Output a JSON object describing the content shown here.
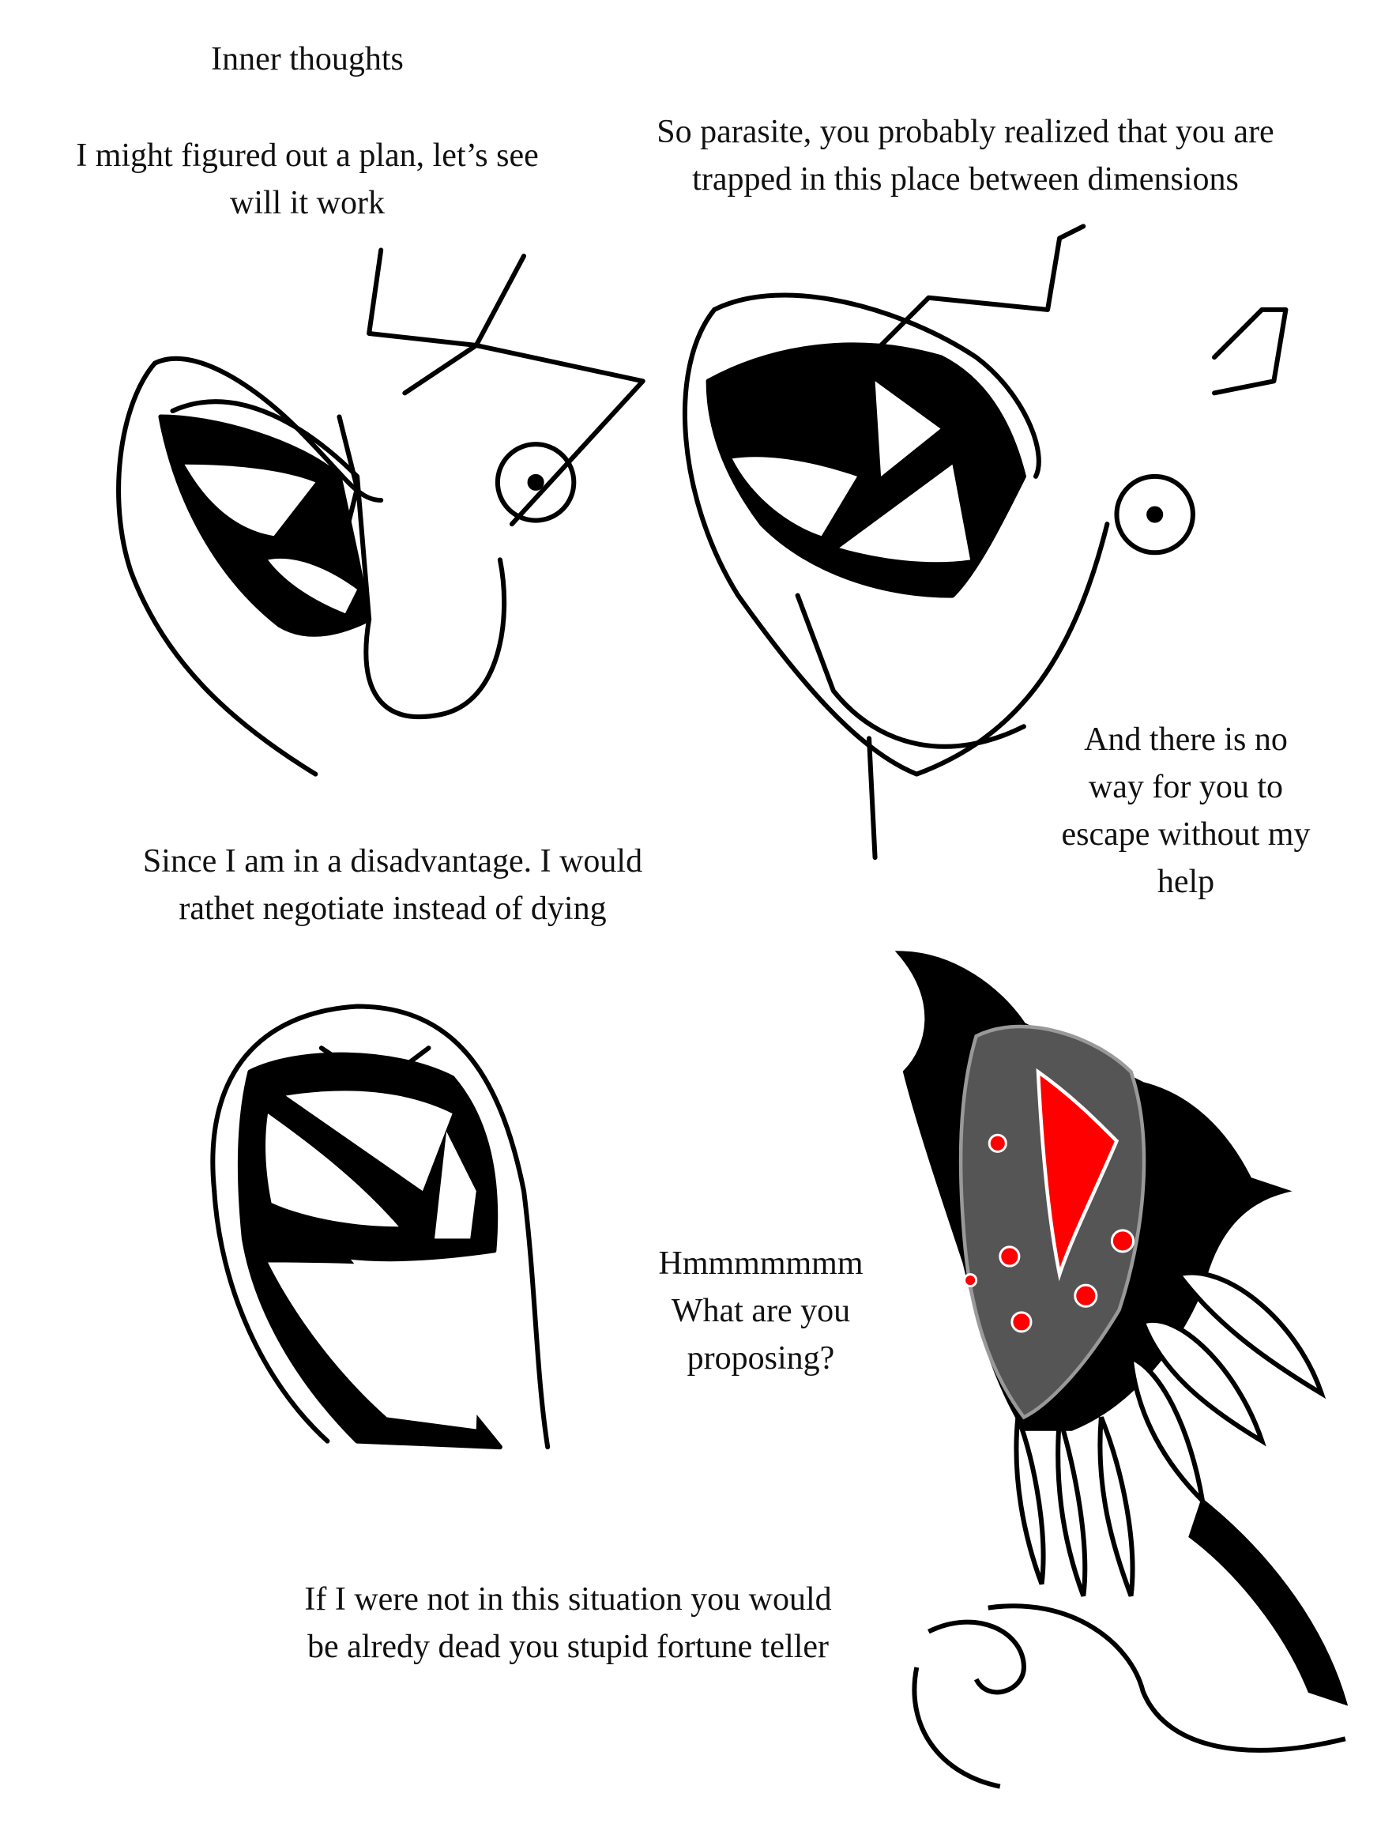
{
  "captions": {
    "inner_thoughts_label": "Inner thoughts",
    "panel1_thought": [
      "I might figured out a plan, let’s see",
      "will it work"
    ],
    "panel2_speech": [
      "So parasite, you probably realized that you are",
      "trapped in this place between dimensions"
    ],
    "panel2_speech_cont": [
      "And there is no",
      "way for you to",
      "escape without my",
      "help"
    ],
    "panel3_speech": [
      "Since I am in a disadvantage. I would",
      "rathet negotiate instead of dying"
    ],
    "panel4_speech": [
      "Hmmmmmmm",
      "What are you",
      "proposing?"
    ],
    "panel4_thought": [
      "If I were not in this situation you would",
      "be alredy dead you stupid fortune teller"
    ]
  },
  "colors": {
    "ink": "#000000",
    "accent": "#ff0000",
    "shade": "#555555",
    "paper": "#ffffff"
  }
}
